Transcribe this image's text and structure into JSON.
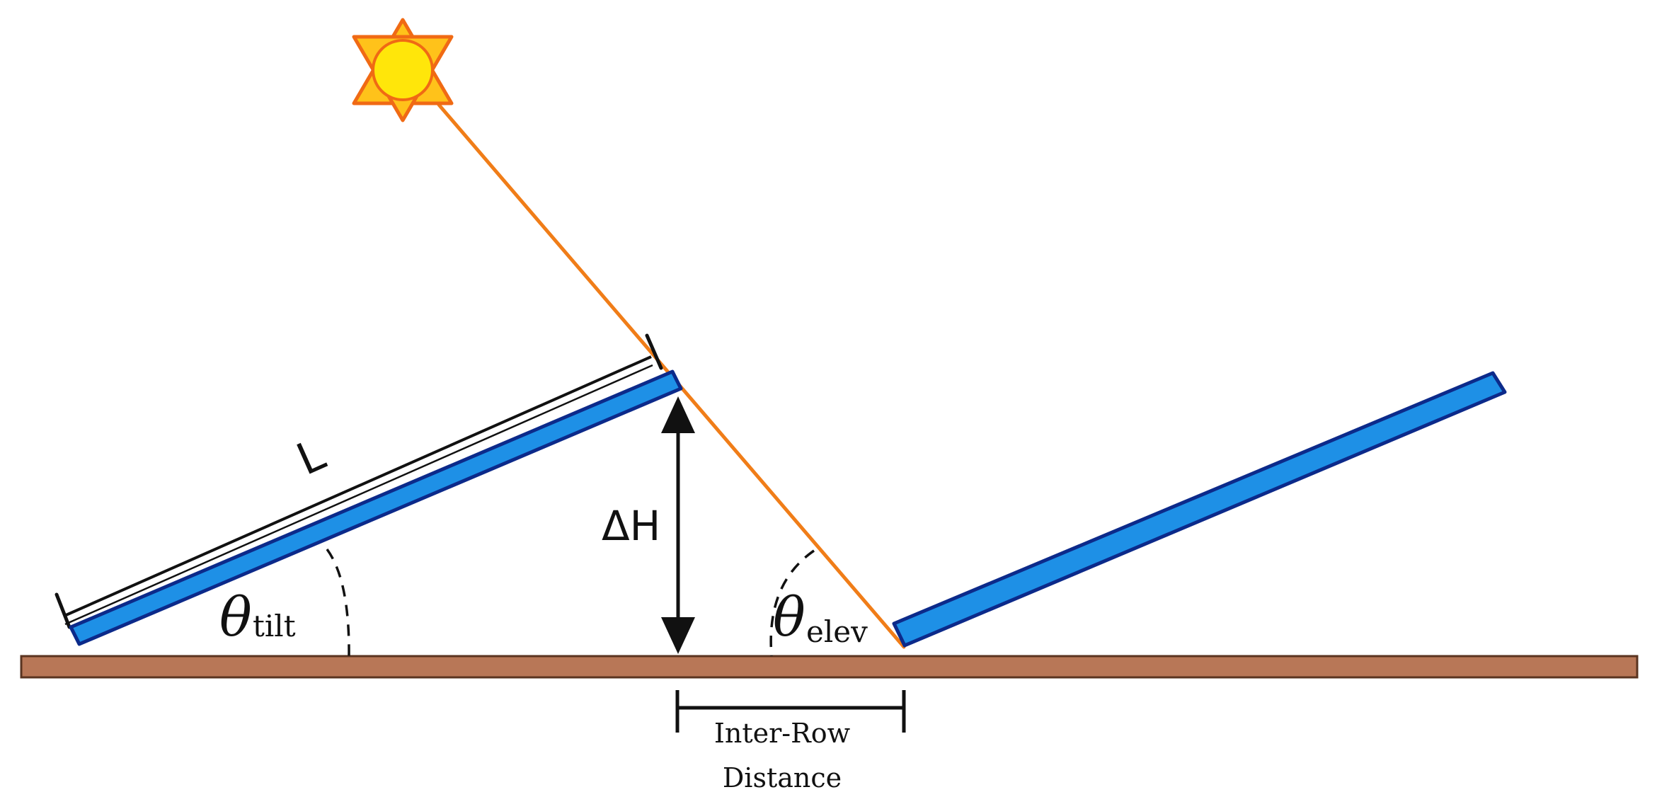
{
  "labels": {
    "panel_length": "L",
    "height_diff": "ΔH",
    "tilt_symbol": "θ",
    "tilt_subscript": "tilt",
    "elev_symbol": "θ",
    "elev_subscript": "elev",
    "distance_line1": "Inter-Row",
    "distance_line2": "Distance"
  },
  "colors": {
    "ground": "#b87757",
    "ground_edge": "#5a3420",
    "panel_fill": "#1e90e6",
    "panel_edge": "#0c2a8a",
    "sun_ray": "#f07d18",
    "sun_disc": "#ffe60a",
    "sun_rays_fill": "#ffc21a",
    "sun_outline": "#f06a14",
    "ink": "#111111"
  },
  "icons": {
    "sun": "sun-icon"
  }
}
